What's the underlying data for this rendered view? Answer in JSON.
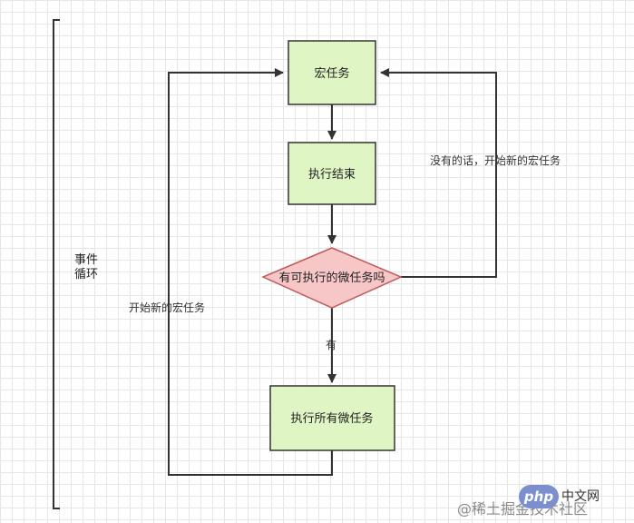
{
  "bracket_label": [
    "事件",
    "循环"
  ],
  "nodes": {
    "macro_task": "宏任务",
    "exec_end": "执行结束",
    "decision": "有可执行的微任务吗",
    "exec_micro": "执行所有微任务"
  },
  "edge_labels": {
    "no_branch": "没有的话，开始新的宏任务",
    "yes_branch": "有",
    "loop_back": "开始新的宏任务"
  },
  "watermarks": {
    "php_badge": "php",
    "php_cn": "中文网",
    "juejin": "@稀土掘金技术社区"
  },
  "colors": {
    "task_fill": "#dff5c4",
    "decision_fill": "#f7c6c6",
    "decision_stroke": "#c05a5a",
    "line": "#333333"
  }
}
